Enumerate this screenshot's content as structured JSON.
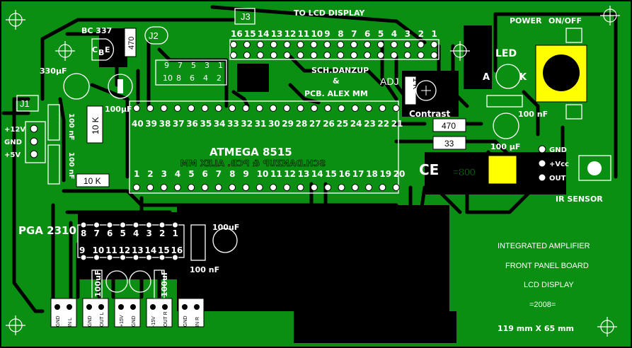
{
  "board": {
    "colors": {
      "copper": "#0b8f12",
      "background": "#000000",
      "silk": "#ffffff",
      "switch": "#ffff00",
      "ir_sensor": "#ffff00"
    },
    "header_title": "TO LCD DISPLAY",
    "j3_label": "J3",
    "j3_pins": [
      "16",
      "15",
      "14",
      "13",
      "12",
      "11",
      "10",
      "9",
      "8",
      "7",
      "6",
      "5",
      "4",
      "3",
      "2",
      "1"
    ],
    "j2_label": "J2",
    "j2_top": [
      "9",
      "7",
      "5",
      "3",
      "1"
    ],
    "j2_bottom": [
      "10",
      "8",
      "6",
      "4",
      "2"
    ],
    "j1_label": "J1",
    "j1_pins": [
      "+12V",
      "GND",
      "+5V"
    ],
    "power_label": "POWER",
    "onoff_label": "ON/OFF",
    "led_label": "LED",
    "led_a": "A",
    "led_k": "K",
    "transistor_label": "BC 337",
    "transistor_pins": [
      "C",
      "B",
      "E"
    ],
    "res_470_top": "470",
    "cap_330uF": "330µF",
    "cap_100uF_a": "100µF",
    "cap_100nF_a": "100 nF",
    "cap_100nF_b": "100 nF",
    "res_10k_v": "10 K",
    "res_10k_h": "10 K",
    "credit_top_1": "SCH.DANZUP",
    "credit_top_2": "&",
    "credit_top_3": "PCB. ALEX MM",
    "adj_label": "ADJ",
    "pot_label": "1 K",
    "contrast_label": "Contrast",
    "mcu_label": "ATMEGA 8515",
    "mcu_top_pins": [
      "40",
      "39",
      "38",
      "37",
      "36",
      "35",
      "34",
      "33",
      "32",
      "31",
      "30",
      "29",
      "28",
      "27",
      "26",
      "25",
      "24",
      "23",
      "22",
      "21"
    ],
    "mcu_bottom_pins": [
      "1",
      "2",
      "3",
      "4",
      "5",
      "6",
      "7",
      "8",
      "9",
      "10",
      "11",
      "12",
      "13",
      "14",
      "15",
      "16",
      "17",
      "18",
      "19",
      "20"
    ],
    "mirror_credit": "SCH.DANZUP & PCB. ALEX MM",
    "ce_mark": "CE",
    "res_470_r": "470",
    "res_33": "33",
    "cap_100nF_r": "100 nF",
    "cap_100uF_r": "100 µF",
    "ir_mark": "=800",
    "ir_pins": [
      "GND",
      "+Vcc",
      "OUT"
    ],
    "ir_label": "IR SENSOR",
    "pga_label": "PGA 2310",
    "pga_top": [
      "8",
      "7",
      "6",
      "5",
      "4",
      "3",
      "2",
      "1"
    ],
    "pga_bottom": [
      "9",
      "10",
      "11",
      "12",
      "13",
      "14",
      "15",
      "16"
    ],
    "cap_100uF_pga": "100uF",
    "cap_100nF_pga": "100 nF",
    "cap_100uF_l": "100uF",
    "cap_100uF_m": "100uF",
    "bottom_conn": [
      [
        "GND",
        "IN L"
      ],
      [
        "GND",
        "OUT L"
      ],
      [
        "+15V",
        "GND"
      ],
      [
        "-15V",
        "OUT R"
      ],
      [
        "GND",
        "IN R"
      ]
    ],
    "info": [
      "INTEGRATED AMPLIFIER",
      "FRONT PANEL BOARD",
      "LCD DISPLAY",
      "=2008="
    ],
    "size_label": "119 mm X 65 mm"
  }
}
